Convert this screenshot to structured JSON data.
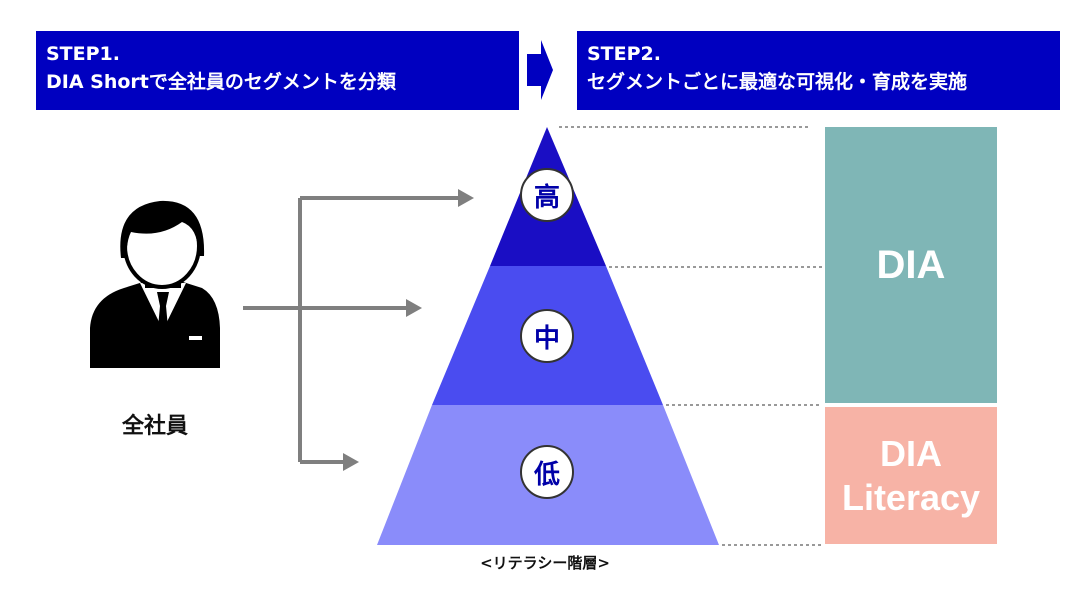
{
  "steps": {
    "step1": {
      "line1": "STEP1.",
      "line2": "DIA Shortで全社員のセグメントを分類"
    },
    "step2": {
      "line1": "STEP2.",
      "line2": "セグメントごとに最適な可視化・育成を実施"
    }
  },
  "employee": {
    "label": "全社員",
    "icon": "businessman-icon"
  },
  "pyramid": {
    "levels": {
      "high": "高",
      "mid": "中",
      "low": "低"
    },
    "caption": "<リテラシー階層>",
    "colors": {
      "high": "#1a0ec4",
      "mid": "#4a4cf0",
      "low": "#8a8cfa"
    }
  },
  "programs": {
    "dia": {
      "label": "DIA",
      "color": "#7fb6b6"
    },
    "literacy": {
      "line1": "DIA",
      "line2": "Literacy",
      "color": "#f7b3a6"
    }
  },
  "colors": {
    "step_bg": "#0000c0",
    "arrow": "#7f7f7f",
    "dotted": "#999999"
  }
}
